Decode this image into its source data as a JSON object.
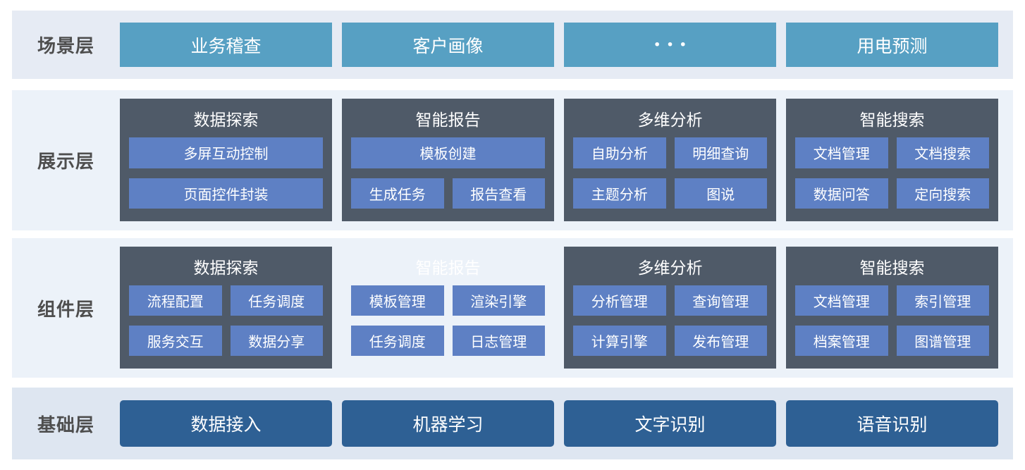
{
  "layers": [
    {
      "label": "场景层",
      "boxes": [
        "业务稽查",
        "客户画像",
        "···",
        "用电预测"
      ]
    },
    {
      "label": "展示层",
      "groups": [
        {
          "title": "数据探索",
          "rows": [
            [
              "多屏互动控制"
            ],
            [
              "页面控件封装"
            ]
          ]
        },
        {
          "title": "智能报告",
          "rows": [
            [
              "模板创建"
            ],
            [
              "生成任务",
              "报告查看"
            ]
          ]
        },
        {
          "title": "多维分析",
          "rows": [
            [
              "自助分析",
              "明细查询"
            ],
            [
              "主题分析",
              "图说"
            ]
          ]
        },
        {
          "title": "智能搜索",
          "rows": [
            [
              "文档管理",
              "文档搜索"
            ],
            [
              "数据问答",
              "定向搜索"
            ]
          ]
        }
      ]
    },
    {
      "label": "组件层",
      "groups": [
        {
          "title": "数据探索",
          "rows": [
            [
              "流程配置",
              "任务调度"
            ],
            [
              "服务交互",
              "数据分享"
            ]
          ]
        },
        {
          "title": "智能报告",
          "style": "ghost",
          "rows": [
            [
              "模板管理",
              "渲染引擎"
            ],
            [
              "任务调度",
              "日志管理"
            ]
          ]
        },
        {
          "title": "多维分析",
          "rows": [
            [
              "分析管理",
              "查询管理"
            ],
            [
              "计算引擎",
              "发布管理"
            ]
          ]
        },
        {
          "title": "智能搜索",
          "rows": [
            [
              "文档管理",
              "索引管理"
            ],
            [
              "档案管理",
              "图谱管理"
            ]
          ]
        }
      ]
    },
    {
      "label": "基础层",
      "boxes": [
        "数据接入",
        "机器学习",
        "文字识别",
        "语音识别"
      ]
    }
  ],
  "colors": {
    "scenario_box": "#57a0c3",
    "group_background": "#4f5a68",
    "item_box": "#5e80c4",
    "base_box": "#2e6094",
    "band_scenario_bg": "#e6ebf4",
    "band_middle_bg": "#ecf2f9",
    "band_base_bg": "#dee6f1",
    "label_text": "#4e4e4e",
    "box_text": "#ffffff"
  }
}
